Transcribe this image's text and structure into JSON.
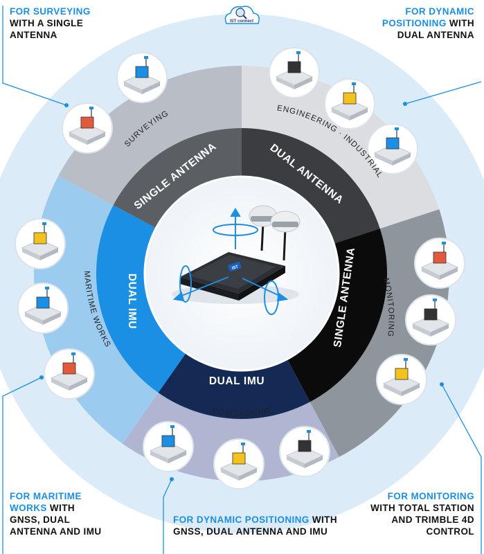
{
  "logo": {
    "text": "IST connect"
  },
  "center_device": {
    "badge": "IST"
  },
  "inner_segments": {
    "single_antenna_top": "SINGLE ANTENNA",
    "dual_antenna": "DUAL ANTENNA",
    "single_antenna_right": "SINGLE ANTENNA",
    "dual_imu_bottom": "DUAL IMU",
    "dual_imu_left": "DUAL IMU"
  },
  "ring_labels": {
    "surveying": "SURVEYING",
    "engineering": "ENGINEERING · INDUSTRIAL",
    "monitoring": "MONITORING",
    "positioning": "POSITIONING",
    "maritime": "MARITIME WORKS"
  },
  "callouts": {
    "top_left": {
      "highlight": "FOR SURVEYING",
      "rest": "WITH A SINGLE ANTENNA"
    },
    "top_right": {
      "highlight": "FOR DYNAMIC POSITIONING",
      "rest": "WITH DUAL ANTENNA"
    },
    "bottom_left": {
      "highlight": "FOR MARITIME WORKS",
      "rest": "WITH GNSS, DUAL ANTENNA AND IMU"
    },
    "bottom_center": {
      "highlight": "FOR DYNAMIC POSITIONING",
      "rest": "WITH GNSS, DUAL ANTENNA AND IMU"
    },
    "bottom_right": {
      "highlight": "FOR MONITORING",
      "rest": "WITH TOTAL STATION AND TRIMBLE 4D CONTROL"
    }
  },
  "colors": {
    "outer_ring": "#dcebf8",
    "surveying_ring": "#b9bec6",
    "engineering_ring": "#dcdde0",
    "monitoring_ring": "#8f959c",
    "positioning_ring": "#b0b6d2",
    "maritime_ring": "#9ccbf0",
    "seg_single_top": "#5b5e63",
    "seg_dual_antenna": "#3c3d40",
    "seg_single_right": "#0b0b0c",
    "seg_dual_imu_bottom": "#142a55",
    "seg_dual_imu_left": "#1a8fe3",
    "accent": "#1a8fe3"
  },
  "icons": {
    "surveying": [
      "house-gnss-icon",
      "surveyor-tripod-icon"
    ],
    "engineering": [
      "excavator-icon",
      "dredger-icon",
      "building-tilt-icon"
    ],
    "monitoring": [
      "bridge-monitoring-icon",
      "station-pillar-icon",
      "terrain-station-icon"
    ],
    "positioning": [
      "boat-icon",
      "rail-gantry-icon",
      "track-vehicle-icon"
    ],
    "maritime": [
      "pontoon-icon",
      "harbor-crane-icon",
      "barge-icon"
    ]
  }
}
